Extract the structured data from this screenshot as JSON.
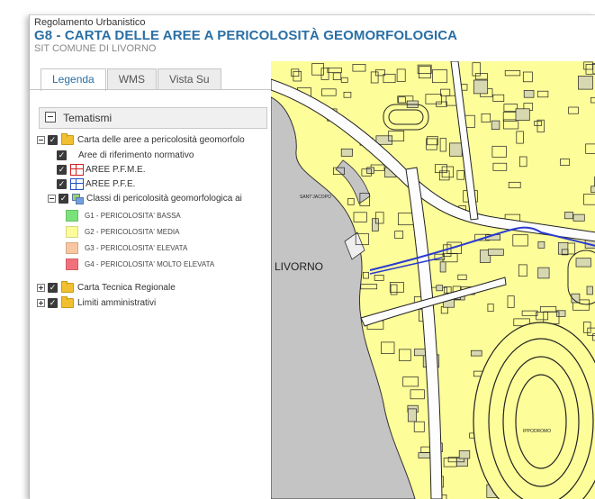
{
  "header": {
    "subtitle": "Regolamento Urbanistico",
    "title": "G8 - CARTA DELLE AREE A PERICOLOSITÀ GEOMORFOLOGICA",
    "org": "SIT COMUNE DI LIVORNO"
  },
  "tabs": [
    {
      "label": "Legenda",
      "active": true
    },
    {
      "label": "WMS",
      "active": false
    },
    {
      "label": "Vista Su",
      "active": false
    }
  ],
  "tematismi": {
    "label": "Tematismi"
  },
  "tree": {
    "carta_aree": "Carta delle aree a pericolosità geomorfolo",
    "aree_rif": "Aree di riferimento normativo",
    "aree_pfme": "AREE P.F.M.E.",
    "aree_pfe": "AREE P.F.E.",
    "classi": "Classi di pericolosità geomorfologica ai",
    "classes": [
      {
        "label": "G1 - PERICOLOSITA' BASSA",
        "color": "#7be27b"
      },
      {
        "label": "G2 - PERICOLOSITA' MEDIA",
        "color": "#fdfc9a"
      },
      {
        "label": "G3 - PERICOLOSITA' ELEVATA",
        "color": "#f8c6a0"
      },
      {
        "label": "G4 - PERICOLOSITA' MOLTO ELEVATA",
        "color": "#f2707c"
      }
    ],
    "ctr": "Carta Tecnica Regionale",
    "limiti": "Limiti amministrativi"
  },
  "map": {
    "city_label": "LIVORNO",
    "label_santjacopo": "SANT'JACOPO",
    "label_ippodromo": "IPPODROMO",
    "colors": {
      "land": "#fdfd9a",
      "sea": "#c4c4c4",
      "road": "#fdfdfd",
      "line": "#222222",
      "route": "#2a3ad0"
    }
  }
}
